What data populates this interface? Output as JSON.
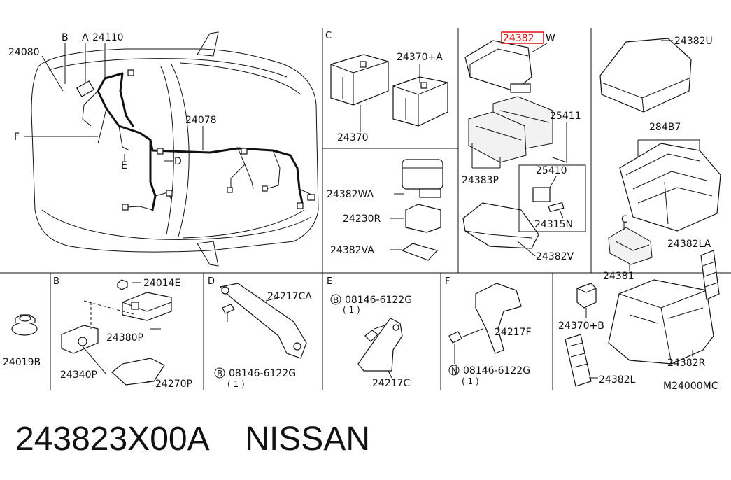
{
  "footer_text": "243823X00A    NISSAN",
  "highlight_color": "#e01010",
  "labels": {
    "l24080": "24080",
    "lB": "B",
    "lA": "A",
    "l24110": "24110",
    "lF": "F",
    "l24078": "24078",
    "lD": "D",
    "lE": "E",
    "secC": "C",
    "l24370A": "24370+A",
    "l24370": "24370",
    "l24382W_hl": "24382",
    "l24382W_suffix": "W",
    "l25411": "25411",
    "l24383P": "24383P",
    "l25410": "25410",
    "l24315N": "24315N",
    "l24382VA": "24382VA",
    "l24382WA": "24382WA",
    "l24230R": "24230R",
    "l24382V": "24382V",
    "l24382U": "24382U",
    "l284B7": "284B7",
    "lC2": "C",
    "l24381": "24381",
    "l24382LA": "24382LA",
    "l24019B": "24019B",
    "secB": "B",
    "l24014E": "24014E",
    "l24380P": "24380P",
    "l24340P": "24340P",
    "l24270P": "24270P",
    "secD": "D",
    "l24217CA": "24217CA",
    "circB_D": "B",
    "l08146D": "08146-6122G",
    "l1D": "( 1 )",
    "secE": "E",
    "circB_E": "B",
    "l08146E": "08146-6122G",
    "l1E": "( 1 )",
    "l24217C": "24217C",
    "secF": "F",
    "l24217F": "24217F",
    "circN_F": "N",
    "l08146F": "08146-6122G",
    "l1F": "( 1 )",
    "l24370B": "24370+B",
    "l24382L": "24382L",
    "l24382R": "24382R",
    "lM24000MC": "M24000MC"
  }
}
